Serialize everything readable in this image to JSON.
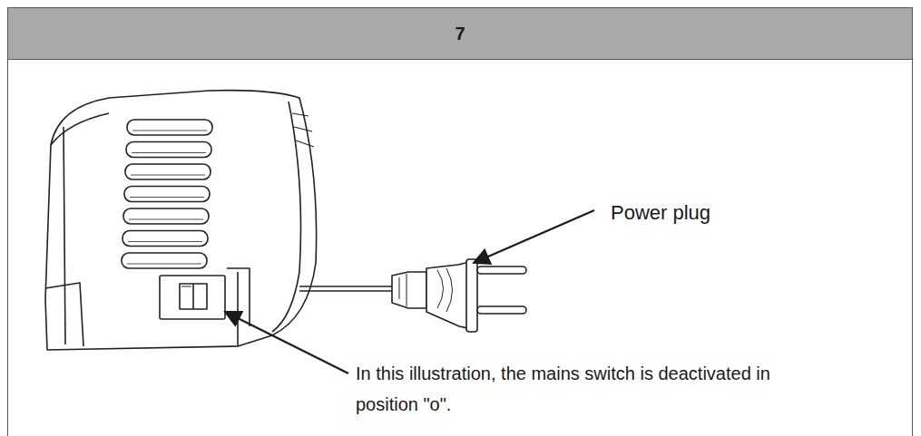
{
  "diagram": {
    "title": "7",
    "labels": [
      "Power plug",
      "In this illustration, the mains switch is deactivated in position \"o\"."
    ]
  }
}
